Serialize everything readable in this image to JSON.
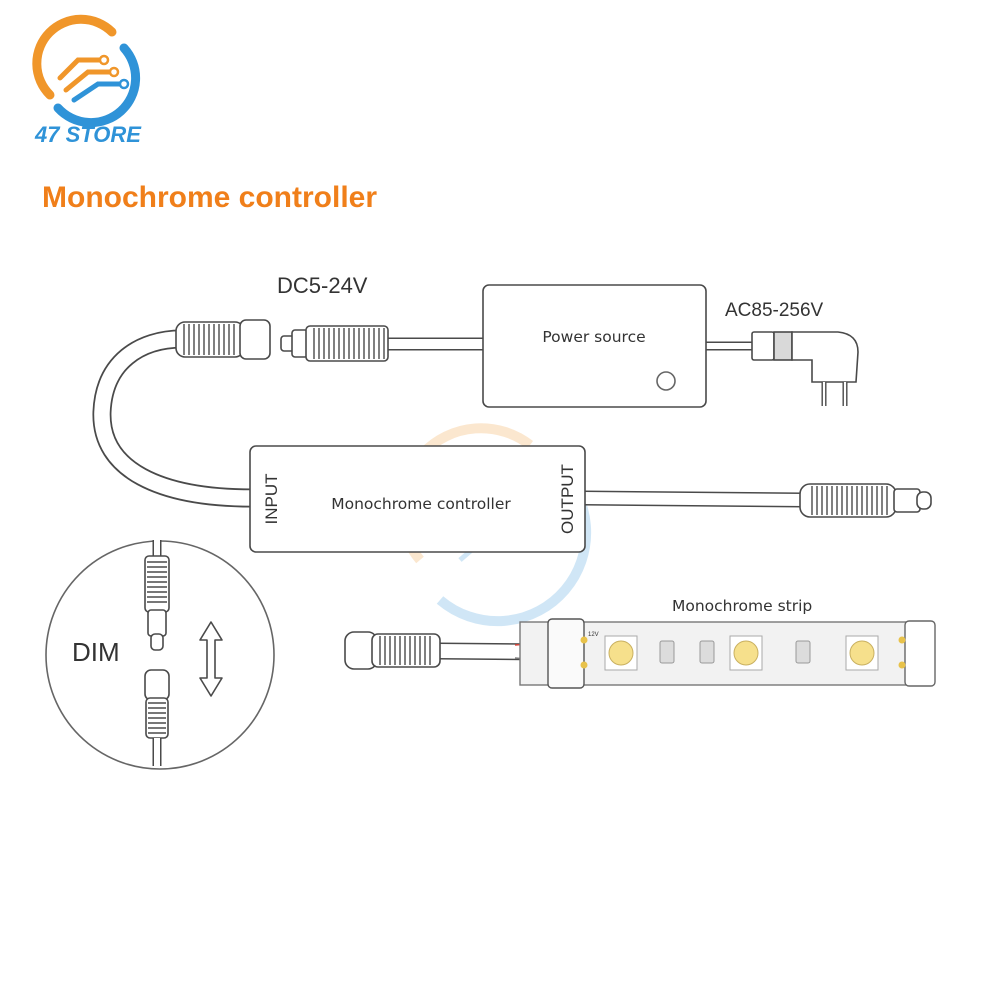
{
  "brand": {
    "name": "47 STORE",
    "colors": {
      "orange": "#f0962a",
      "blue": "#2f93d8"
    }
  },
  "title": "Monochrome controller",
  "title_color": "#f07f1a",
  "diagram": {
    "dc_voltage": "DC5-24V",
    "power_source_label": "Power source",
    "ac_voltage": "AC85-256V",
    "controller": {
      "input_label": "INPUT",
      "name": "Monochrome controller",
      "output_label": "OUTPUT"
    },
    "dim_label": "DIM",
    "strip_label": "Monochrome strip",
    "strip_voltage_mark": "12V",
    "led_color": "#f6e08c",
    "wire_color": "#d8443a"
  }
}
